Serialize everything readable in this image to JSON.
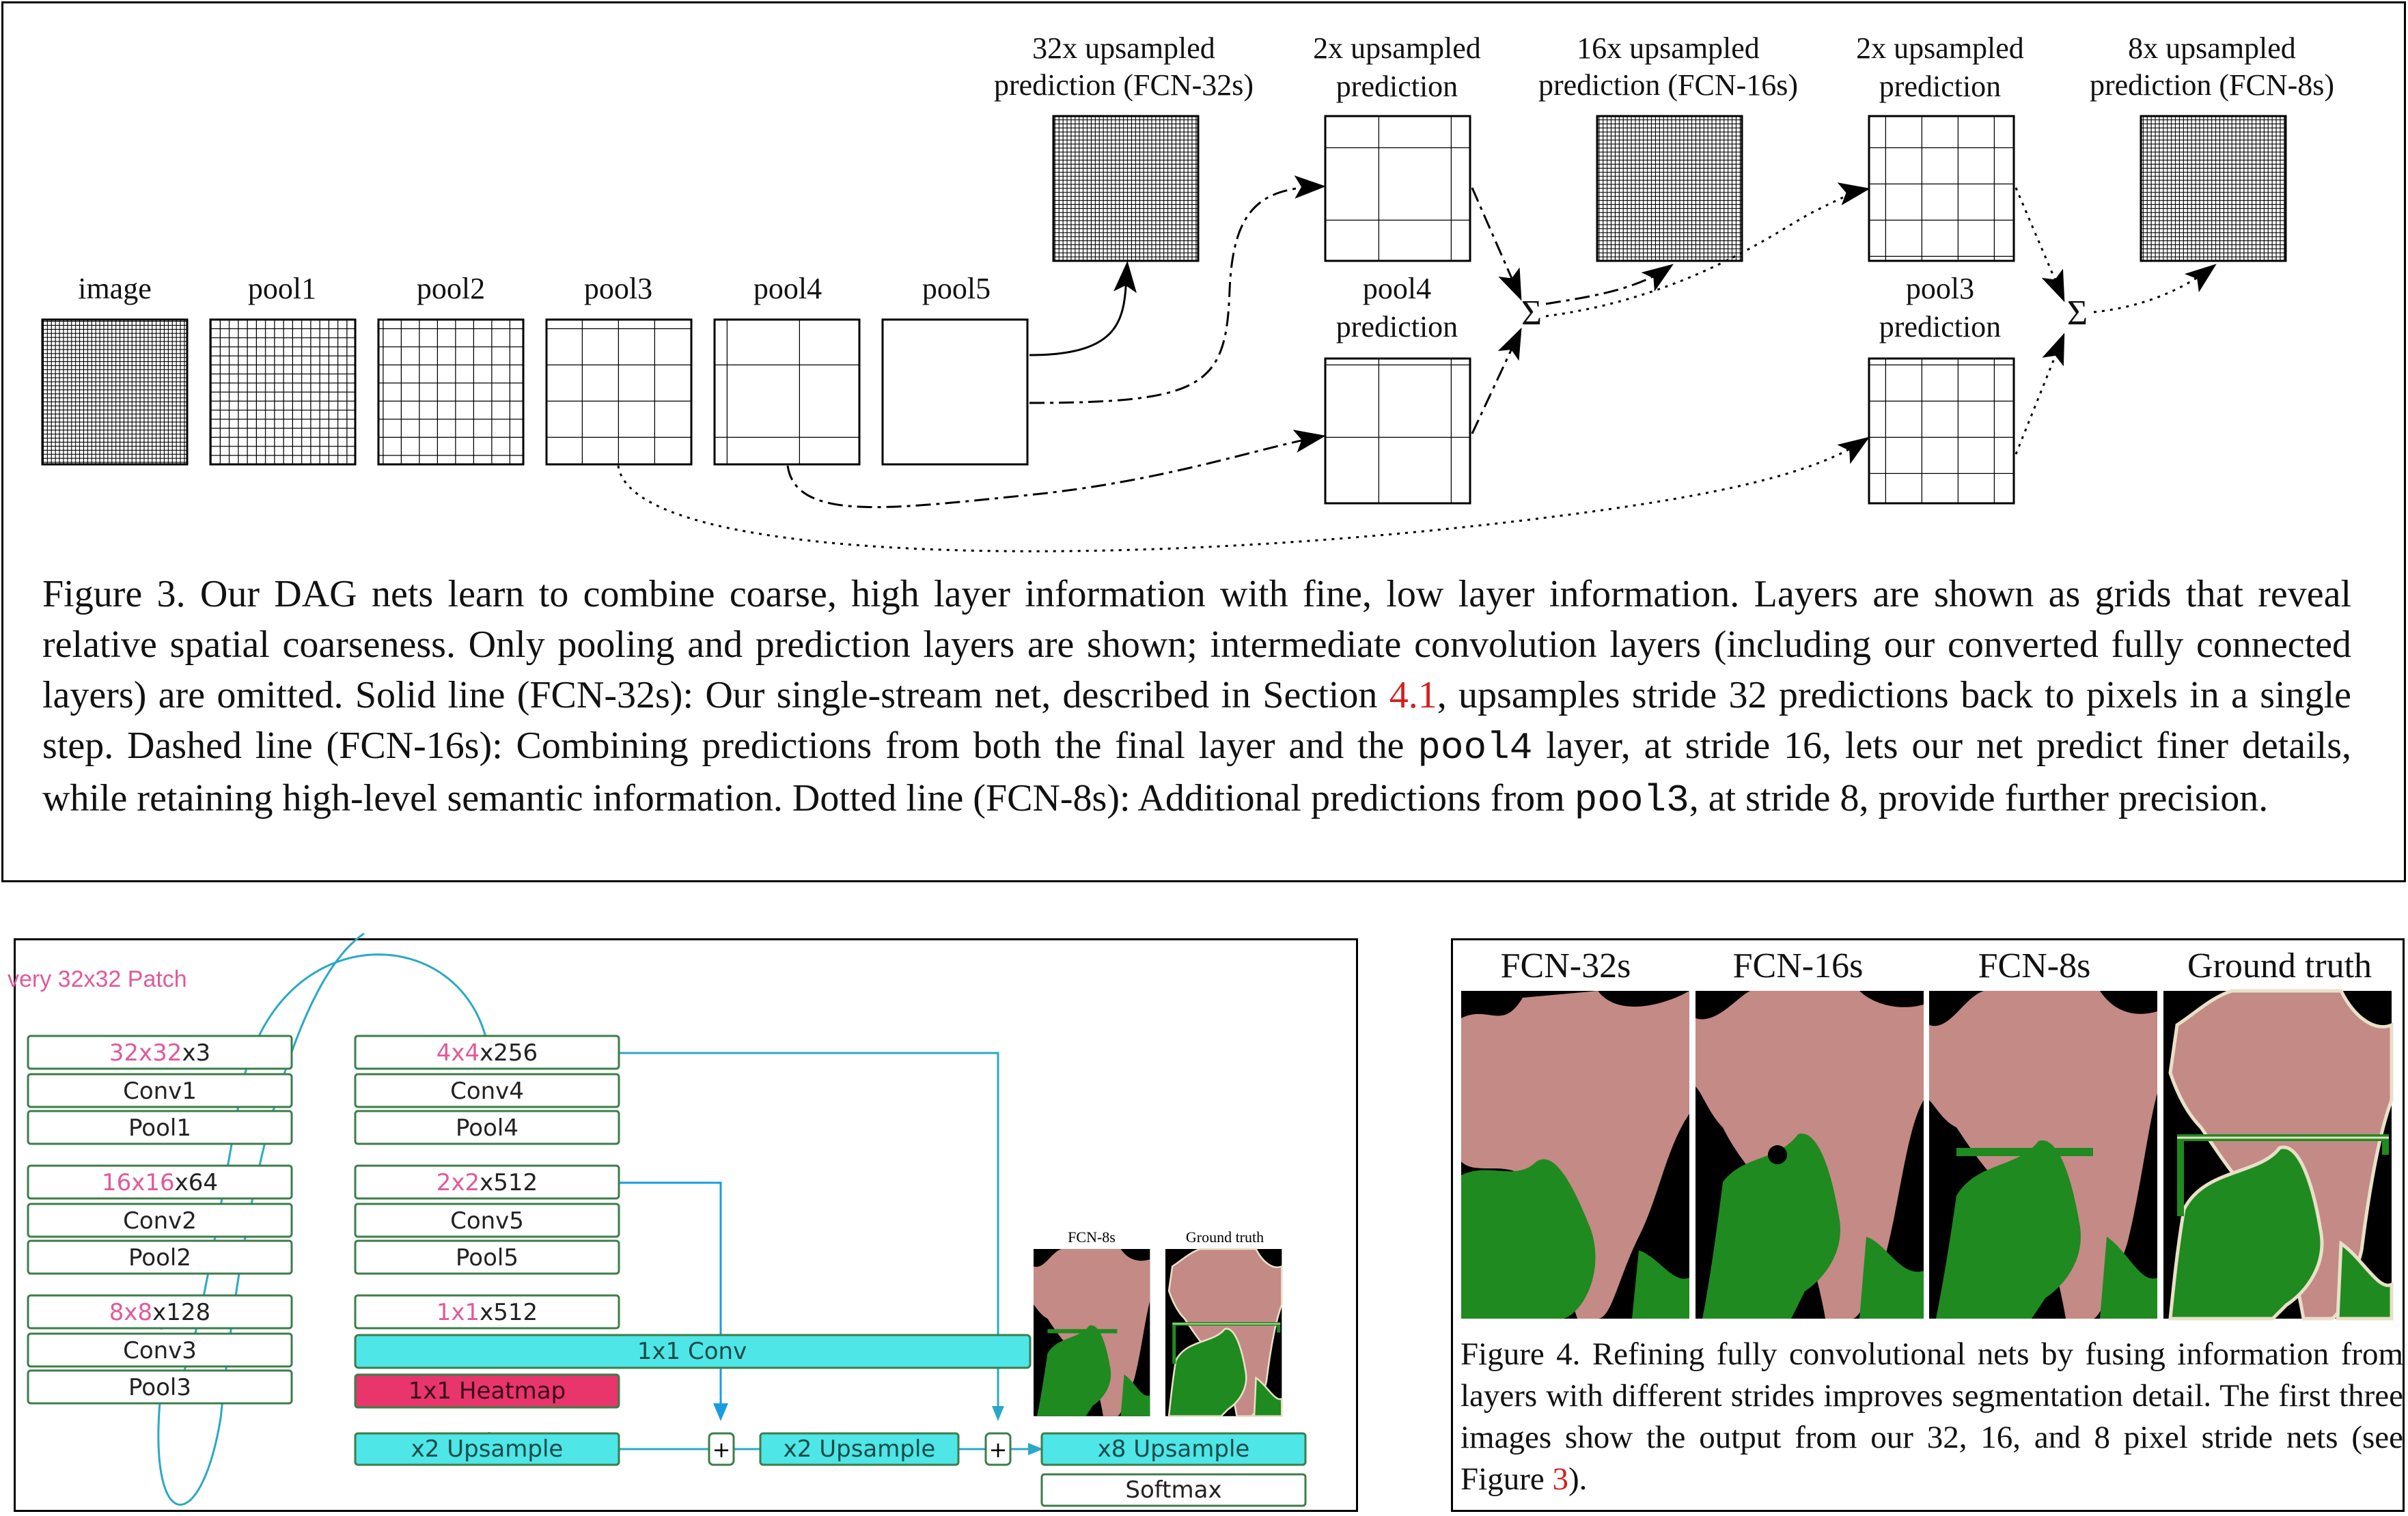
{
  "figure3": {
    "top_labels": [
      {
        "line1": "32x upsampled",
        "line2": "prediction (FCN-32s)"
      },
      {
        "line1": "2x upsampled",
        "line2": "prediction"
      },
      {
        "line1": "16x upsampled",
        "line2": "prediction (FCN-16s)"
      },
      {
        "line1": "2x upsampled",
        "line2": "prediction"
      },
      {
        "line1": "8x upsampled",
        "line2": "prediction (FCN-8s)"
      }
    ],
    "pool_labels": [
      "image",
      "pool1",
      "pool2",
      "pool3",
      "pool4",
      "pool5"
    ],
    "pool4_prediction": {
      "line1": "pool4",
      "line2": "prediction"
    },
    "pool3_prediction": {
      "line1": "pool3",
      "line2": "prediction"
    },
    "sum_symbol": "Σ",
    "caption": {
      "part1": "Figure 3.  Our DAG nets learn to combine coarse, high layer information with fine, low layer information. Layers are shown as grids that reveal relative spatial coarseness. Only pooling and prediction layers are shown; intermediate convolution layers (including our converted fully connected layers) are omitted. Solid line (FCN-32s): Our single-stream net, described in Section ",
      "ref1": "4.1",
      "part2": ", upsamples stride 32 predictions back to pixels in a single step.  Dashed line (FCN-16s): Combining predictions from both the final layer and the ",
      "code1": "pool4",
      "part3": " layer, at stride 16, lets our net predict finer details, while retaining high-level semantic information.  Dotted line (FCN-8s): Additional predictions from ",
      "code2": "pool3",
      "part4": ", at stride 8, provide further precision."
    }
  },
  "architecture": {
    "patch_label": "very 32x32 Patch",
    "left_column": [
      {
        "pink": "32x32",
        "rest": "x3"
      },
      {
        "pink": "",
        "rest": "Conv1"
      },
      {
        "pink": "",
        "rest": "Pool1"
      },
      {
        "pink": "16x16",
        "rest": "x64"
      },
      {
        "pink": "",
        "rest": "Conv2"
      },
      {
        "pink": "",
        "rest": "Pool2"
      },
      {
        "pink": "8x8",
        "rest": "x128"
      },
      {
        "pink": "",
        "rest": "Conv3"
      },
      {
        "pink": "",
        "rest": "Pool3"
      }
    ],
    "middle_column": [
      {
        "pink": "4x4",
        "rest": "x256"
      },
      {
        "pink": "",
        "rest": "Conv4"
      },
      {
        "pink": "",
        "rest": "Pool4"
      },
      {
        "pink": "2x2",
        "rest": "x512"
      },
      {
        "pink": "",
        "rest": "Conv5"
      },
      {
        "pink": "",
        "rest": "Pool5"
      },
      {
        "pink": "1x1",
        "rest": "x512"
      }
    ],
    "conv_bar": "1x1 Conv",
    "heatmap": "1x1 Heatmap",
    "upsample1": "x2 Upsample",
    "upsample2": "x2 Upsample",
    "upsample3": "x8 Upsample",
    "softmax": "Softmax",
    "plus": "+",
    "thumb_labels": [
      "FCN-8s",
      "Ground truth"
    ],
    "colors": {
      "teal": "#2aa9c6",
      "cyan_fill": "#4ee6e6",
      "pink_fill": "#e8356c",
      "pink_text": "#e05a9a",
      "green_border": "#3c7d4a",
      "blue_arrow": "#1a9de0"
    }
  },
  "figure4": {
    "labels": [
      "FCN-32s",
      "FCN-16s",
      "FCN-8s",
      "Ground truth"
    ],
    "caption": {
      "part1": "Figure 4.  Refining fully convolutional nets by fusing information from layers with different strides improves segmentation detail. The first three images show the output from our 32, 16, and 8 pixel stride nets (see Figure ",
      "ref1": "3",
      "part2": ")."
    },
    "colors": {
      "person": "#c48a86",
      "bike": "#1f8a1f",
      "background": "#000000",
      "boundary": "#e8e0c8"
    }
  }
}
